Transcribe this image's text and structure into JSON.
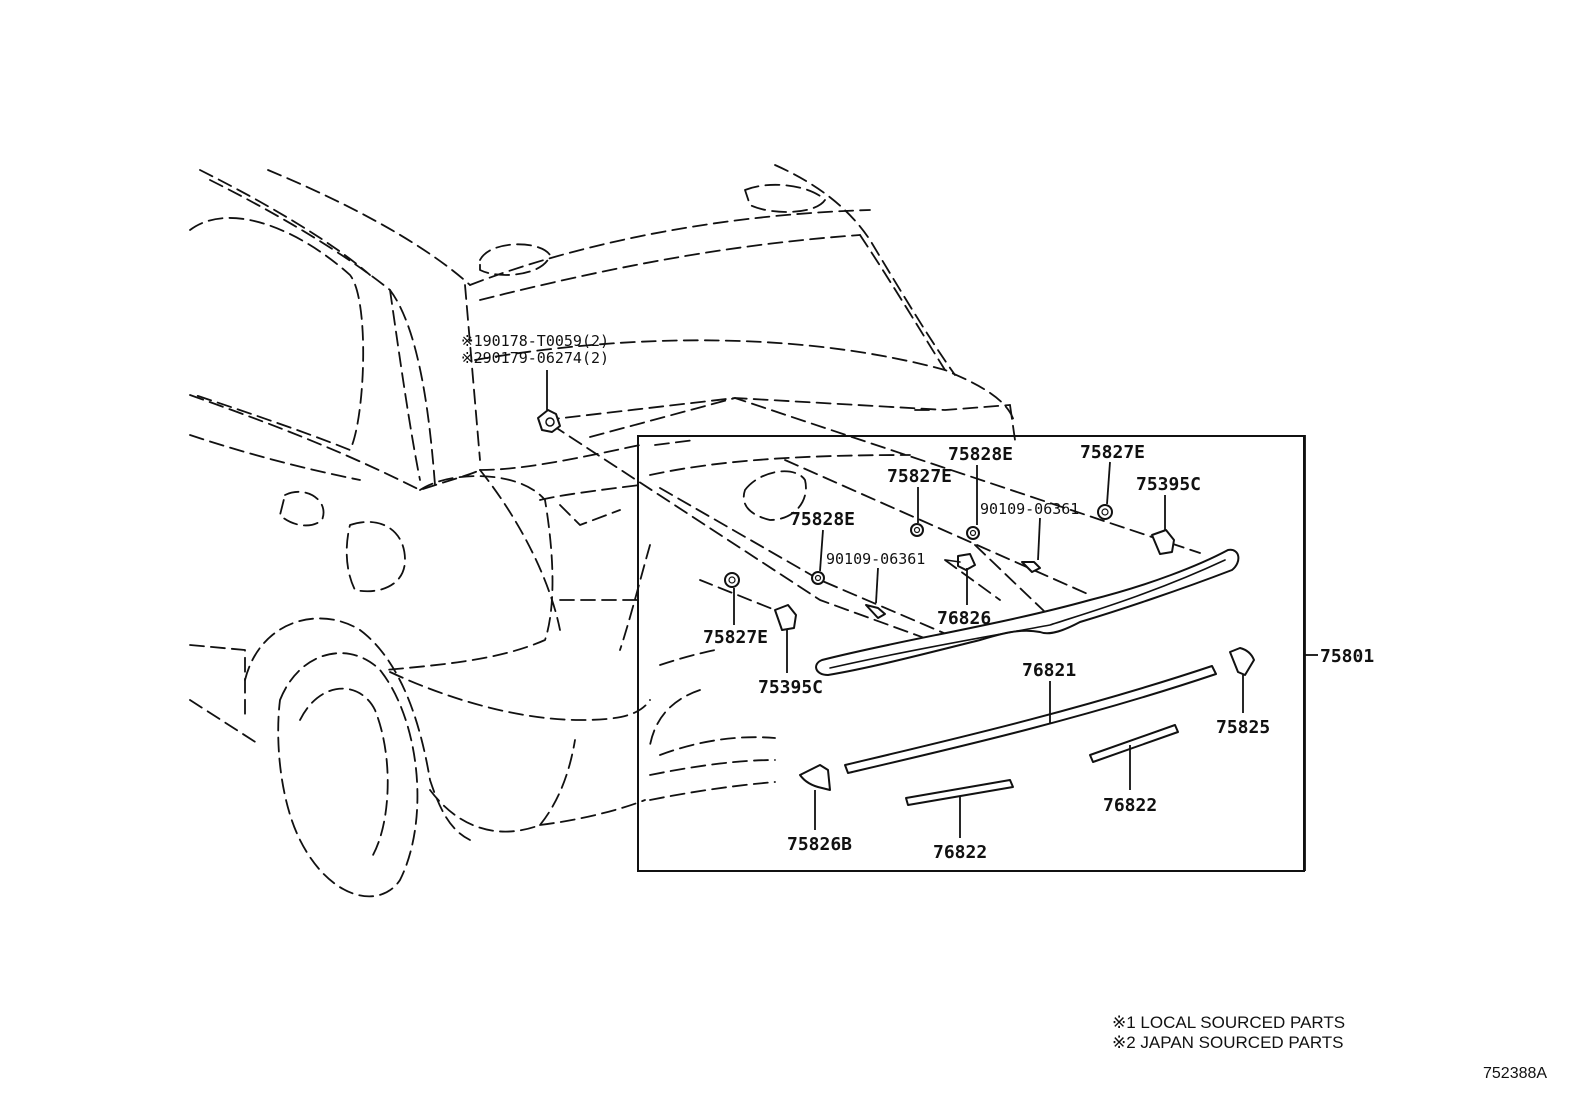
{
  "callouts": {
    "c_75801": "75801",
    "c_75828E_top": "75828E",
    "c_75827E_top": "75827E",
    "c_75395C_right": "75395C",
    "c_75827E_mid": "75827E",
    "c_90109_right": "90109-06361",
    "c_75828E_left": "75828E",
    "c_90109_left": "90109-06361",
    "c_76826": "76826",
    "c_75827E_low": "75827E",
    "c_75395C_low": "75395C",
    "c_76821": "76821",
    "c_75825": "75825",
    "c_75826B": "75826B",
    "c_76822_left": "76822",
    "c_76822_right": "76822"
  },
  "sourced_callouts": {
    "line1": "※190178-T0059(2)",
    "line2": "※290179-06274(2)"
  },
  "legend": {
    "line1": "※1 LOCAL SOURCED PARTS",
    "line2": "※2 JAPAN SOURCED PARTS"
  },
  "figure_ref": "752388A"
}
